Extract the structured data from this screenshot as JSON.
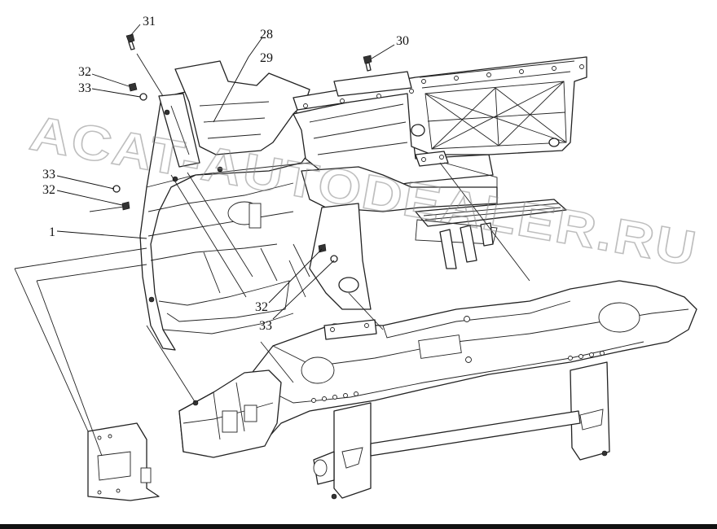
{
  "callouts": {
    "c31": "31",
    "c28": "28",
    "c29": "29",
    "c30": "30",
    "c32_top": "32",
    "c33_top": "33",
    "c33_left": "33",
    "c32_left": "32",
    "c1": "1",
    "c32_bottom": "32",
    "c33_bottom": "33"
  },
  "watermark": "ACAT-AUTODEALER.RU"
}
